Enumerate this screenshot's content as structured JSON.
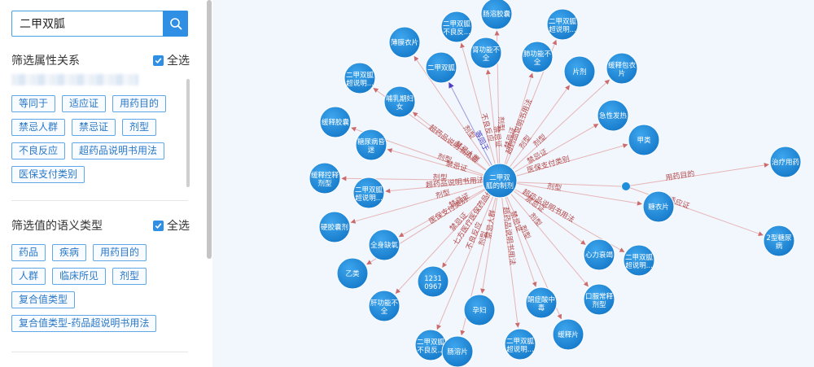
{
  "search": {
    "value": "二甲双胍"
  },
  "filter_attributes": {
    "title": "筛选属性关系",
    "select_all": "全选",
    "tags": [
      "等同于",
      "适应证",
      "用药目的",
      "禁忌人群",
      "禁忌证",
      "剂型",
      "不良反应",
      "超药品说明书用法",
      "医保支付类别"
    ]
  },
  "filter_values": {
    "title": "筛选值的语义类型",
    "select_all": "全选",
    "tags": [
      "药品",
      "疾病",
      "用药目的",
      "人群",
      "临床所见",
      "剂型",
      "复合值类型",
      "复合值类型-药品超说明书用法"
    ]
  },
  "graph": {
    "node_color": "#1f8fdc",
    "edge_color": "#e5b5b5",
    "label_color": "#b24a4a",
    "center": {
      "l1": "二甲双",
      "l2": "胍的制剂"
    },
    "hub_label": "",
    "nodes": [
      {
        "l1": "二甲双胍",
        "l2": "不良反..."
      },
      {
        "l1": "肠溶胶囊",
        "l2": ""
      },
      {
        "l1": "二甲双胍",
        "l2": "超说明..."
      },
      {
        "l1": "薄膜衣片",
        "l2": ""
      },
      {
        "l1": "二甲双胍",
        "l2": ""
      },
      {
        "l1": "肾功能不",
        "l2": "全"
      },
      {
        "l1": "肺功能不",
        "l2": "全"
      },
      {
        "l1": "片剂",
        "l2": ""
      },
      {
        "l1": "缓释包衣",
        "l2": "片"
      },
      {
        "l1": "二甲双胍",
        "l2": "超说明..."
      },
      {
        "l1": "哺乳期妇",
        "l2": "女"
      },
      {
        "l1": "急性发热",
        "l2": ""
      },
      {
        "l1": "甲类",
        "l2": ""
      },
      {
        "l1": "缓释胶囊",
        "l2": ""
      },
      {
        "l1": "糖尿病昏",
        "l2": "迷"
      },
      {
        "l1": "缓释控释",
        "l2": "剂型"
      },
      {
        "l1": "二甲双胍",
        "l2": "超说明..."
      },
      {
        "l1": "硬胶囊剂",
        "l2": ""
      },
      {
        "l1": "全身缺氧",
        "l2": ""
      },
      {
        "l1": "乙类",
        "l2": ""
      },
      {
        "l1": "12310967",
        "l2": ""
      },
      {
        "l1": "肝功能不",
        "l2": "全"
      },
      {
        "l1": "孕妇",
        "l2": ""
      },
      {
        "l1": "二甲双胍",
        "l2": "不良反..."
      },
      {
        "l1": "肠溶片",
        "l2": ""
      },
      {
        "l1": "二甲双胍",
        "l2": "超说明..."
      },
      {
        "l1": "酮症酸中",
        "l2": "毒"
      },
      {
        "l1": "缓释片",
        "l2": ""
      },
      {
        "l1": "口服常释",
        "l2": "剂型"
      },
      {
        "l1": "心力衰竭",
        "l2": ""
      },
      {
        "l1": "二甲双胍",
        "l2": "超说明..."
      },
      {
        "l1": "糖衣片",
        "l2": ""
      },
      {
        "l1": "治疗用药",
        "l2": ""
      },
      {
        "l1": "2型糖尿",
        "l2": "病"
      }
    ],
    "edge_labels": [
      "不良反应",
      "剂型",
      "超药品说明书用法",
      "剂型",
      "等同于",
      "禁忌证",
      "禁忌证",
      "剂型",
      "剂型",
      "超药品说明书用法",
      "禁忌人群",
      "禁忌证",
      "医保支付类别",
      "剂型",
      "禁忌证",
      "剂型",
      "超药品说明书用法",
      "剂型",
      "禁忌证",
      "医保支付类别",
      "七方医疗医保药品编码",
      "禁忌证",
      "禁忌人群",
      "不良反应",
      "剂型",
      "超药品说明书用法",
      "禁忌证",
      "剂型",
      "剂型",
      "禁忌证",
      "超药品说明书用法",
      "剂型",
      "用药目的",
      "适应证"
    ]
  }
}
